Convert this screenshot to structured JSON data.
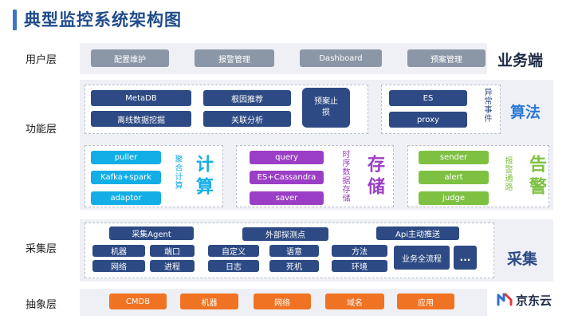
{
  "title": "典型监控系统架构图",
  "layers": {
    "user": "用户层",
    "function": "功能层",
    "collect": "采集层",
    "abstract": "抽象层"
  },
  "user_row": {
    "buttons": [
      "配置维护",
      "报警管理",
      "Dashboard",
      "预案管理"
    ],
    "side_label": "业务端"
  },
  "algorithm": {
    "left_buttons": [
      "MetaDB",
      "根因推荐",
      "离线数据挖掘",
      "关联分析"
    ],
    "plan_button": "预案止损",
    "right_buttons": [
      "ES",
      "proxy"
    ],
    "vertical_label": "异常事件",
    "side_label": "算法"
  },
  "compute": {
    "buttons": [
      "puller",
      "Kafka+spark",
      "adaptor"
    ],
    "vertical_label": "聚合计算",
    "big_label": "计算"
  },
  "storage": {
    "buttons": [
      "query",
      "ES+Cassandra",
      "saver"
    ],
    "vertical_label": "时序数据存储",
    "big_label": "存储"
  },
  "alert": {
    "buttons": [
      "sender",
      "alert",
      "judge"
    ],
    "vertical_label": "报警通路",
    "big_label": "告警"
  },
  "collect": {
    "agent_label": "采集Agent",
    "agent_items": [
      "机器",
      "端口",
      "网络",
      "进程"
    ],
    "probe_label": "外部探测点",
    "probe_items": [
      "自定义",
      "语意",
      "日志",
      "死机"
    ],
    "push_label": "Api主动推送",
    "push_items": [
      "方法",
      "环境"
    ],
    "flow_label": "业务全流程",
    "more_label": "...",
    "side_label": "采集"
  },
  "abstract_row": {
    "buttons": [
      "CMDB",
      "机器",
      "网络",
      "域名",
      "应用"
    ]
  },
  "logo": {
    "text": "京东云"
  },
  "colors": {
    "title": "#1f4b8a",
    "navy": "#2d4a84",
    "grey": "#8b96a6",
    "cyan": "#13aee6",
    "purple": "#9b3ec6",
    "green": "#7ec142",
    "orange": "#f07323",
    "panel": "#eef0f5"
  }
}
